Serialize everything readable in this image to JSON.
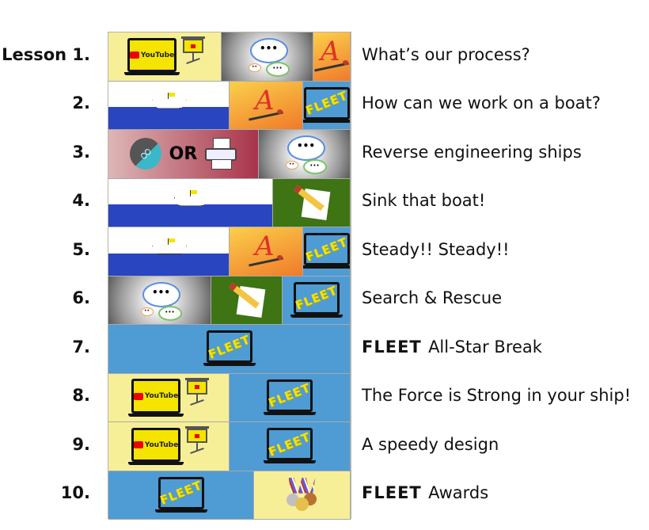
{
  "lessons": [
    {
      "number": "Lesson 1.",
      "title": "What’s our process?",
      "cells": [
        "youtube",
        "chat",
        "art"
      ]
    },
    {
      "number": "2.",
      "title": "How can we work on a boat?",
      "cells": [
        "boat",
        "art",
        "fleet"
      ]
    },
    {
      "number": "3.",
      "title": "Reverse engineering ships",
      "cells": [
        "link-or-print",
        "chat"
      ]
    },
    {
      "number": "4.",
      "title": "Sink that boat!",
      "cells": [
        "boat",
        "pencil"
      ]
    },
    {
      "number": "5.",
      "title": "Steady!! Steady!!",
      "cells": [
        "boat",
        "art",
        "fleet"
      ]
    },
    {
      "number": "6.",
      "title": "Search & Rescue",
      "cells": [
        "chat",
        "pencil",
        "fleet"
      ]
    },
    {
      "number": "7.",
      "title_prefix": "FLEET",
      "title": "All-Star Break",
      "cells": [
        "fleet"
      ]
    },
    {
      "number": "8.",
      "title": "The Force is Strong in your ship!",
      "cells": [
        "youtube",
        "fleet"
      ]
    },
    {
      "number": "9.",
      "title": "A speedy design",
      "cells": [
        "youtube",
        "fleet"
      ]
    },
    {
      "number": "10.",
      "title_prefix": "FLEET",
      "title": "Awards",
      "cells": [
        "fleet",
        "medals"
      ]
    }
  ],
  "logos": {
    "youtube": "YouTube",
    "fleet": "FLEET",
    "or": "OR"
  },
  "colors": {
    "yellow": "#f7ef98",
    "blue": "#4f9bd4",
    "orange": "#f07a2a",
    "green": "#3e7414",
    "wave": "#2a45c0"
  }
}
